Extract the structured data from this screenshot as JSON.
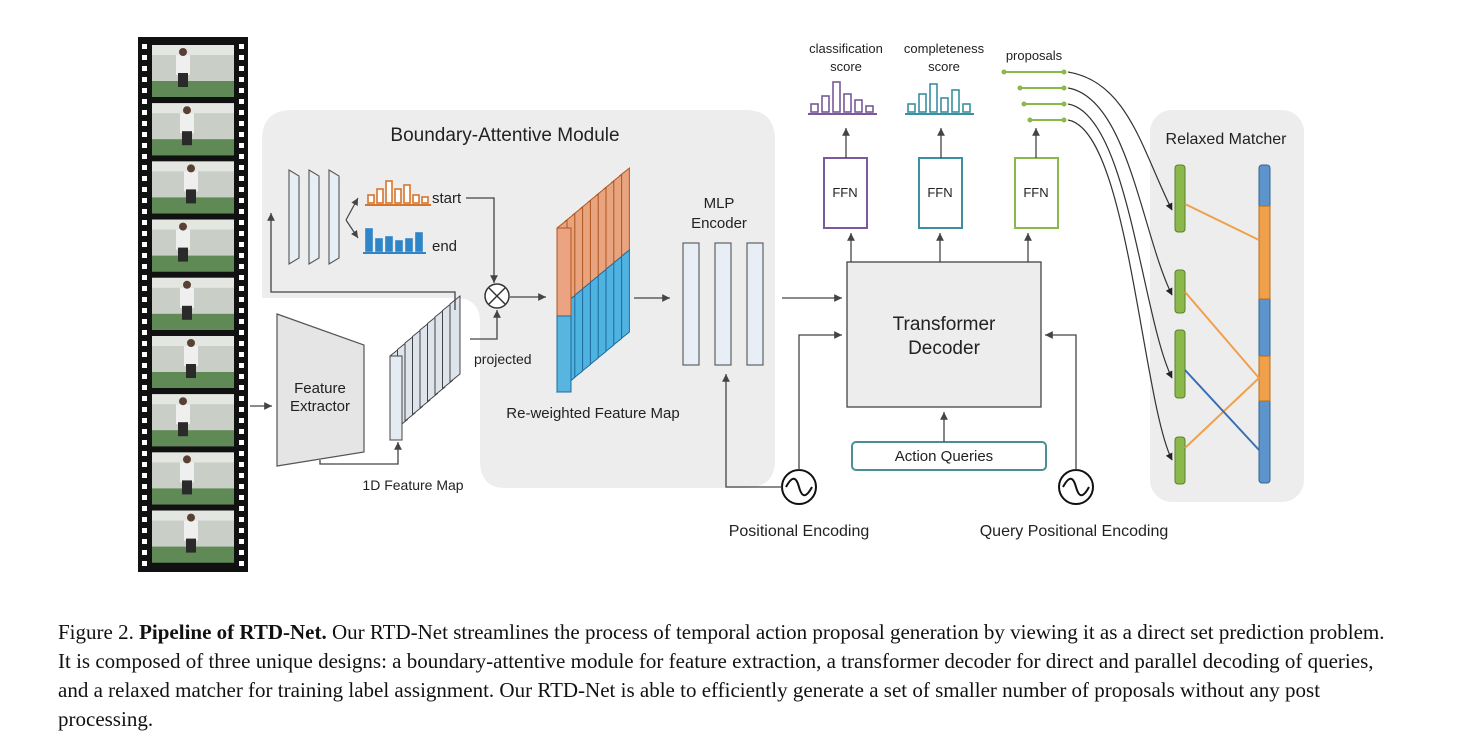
{
  "figure": {
    "labels": {
      "bam_title": "Boundary-Attentive Module",
      "start": "start",
      "end": "end",
      "feature_extractor_line1": "Feature",
      "feature_extractor_line2": "Extractor",
      "feature_map_1d": "1D Feature Map",
      "projected": "projected",
      "reweighted": "Re-weighted Feature Map",
      "mlp_line1": "MLP",
      "mlp_line2": "Encoder",
      "transformer_line1": "Transformer",
      "transformer_line2": "Decoder",
      "action_queries": "Action Queries",
      "positional_encoding": "Positional Encoding",
      "query_positional_encoding": "Query Positional Encoding",
      "classification_line1": "classification",
      "classification_line2": "score",
      "completeness_line1": "completeness",
      "completeness_line2": "score",
      "proposals": "proposals",
      "ffn": "FFN",
      "relaxed_matcher": "Relaxed Matcher",
      "multiply_symbol": "⊗"
    },
    "colors": {
      "orange": "#d9742b",
      "blue": "#2e86c8",
      "purple": "#7a5a9a",
      "teal": "#3a8fa0",
      "green": "#8ab84a",
      "match_orange": "#f0a04b",
      "match_blue": "#3a6fb4"
    }
  },
  "caption": {
    "figure_label": "Figure 2.",
    "title": "Pipeline of RTD-Net.",
    "text": "Our RTD-Net streamlines the process of temporal action proposal generation by viewing it as a direct set prediction problem. It is composed of three unique designs: a boundary-attentive module for feature extraction, a transformer decoder for direct and parallel decoding of queries, and a relaxed matcher for training label assignment. Our RTD-Net is able to efficiently generate a set of smaller number of proposals without any post processing."
  }
}
